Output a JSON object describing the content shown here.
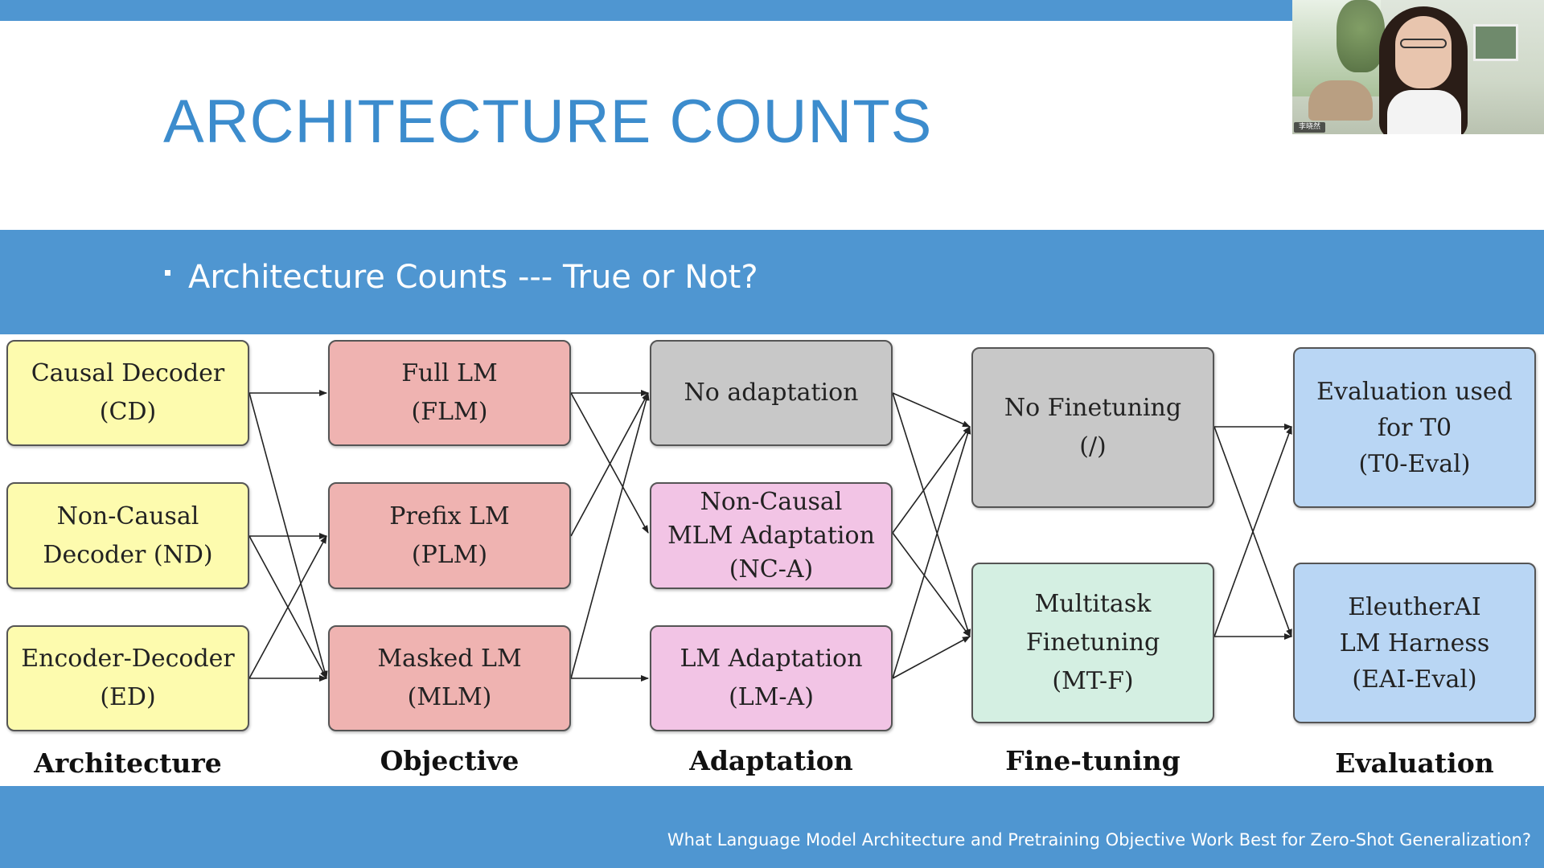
{
  "slide": {
    "title": "ARCHITECTURE COUNTS",
    "bullet": "Architecture Counts --- True or Not?",
    "citation": "What Language Model Architecture and Pretraining Objective Work Best for Zero-Shot Generalization?"
  },
  "diagram": {
    "columns": [
      {
        "label": "Architecture",
        "nodes": [
          "Causal Decoder\n(CD)",
          "Non-Causal\nDecoder (ND)",
          "Encoder-Decoder\n(ED)"
        ]
      },
      {
        "label": "Objective",
        "nodes": [
          "Full LM\n(FLM)",
          "Prefix LM\n(PLM)",
          "Masked LM\n(MLM)"
        ]
      },
      {
        "label": "Adaptation",
        "nodes": [
          "No adaptation",
          "Non-Causal\nMLM Adaptation\n(NC-A)",
          "LM Adaptation\n(LM-A)"
        ]
      },
      {
        "label": "Fine-tuning",
        "nodes": [
          "No Finetuning\n(/)",
          "Multitask\nFinetuning\n(MT-F)"
        ]
      },
      {
        "label": "Evaluation",
        "nodes": [
          "Evaluation used\nfor T0\n(T0-Eval)",
          "EleutherAI\nLM Harness\n(EAI-Eval)"
        ]
      }
    ],
    "node_colors": {
      "architecture": "#fdfbae",
      "objective": "#efb3b1",
      "no_adaptation": "#c8c8c8",
      "adaptation": "#f2c4e5",
      "no_finetuning": "#c8c8c8",
      "finetuning": "#d4efe2",
      "evaluation": "#b9d6f4"
    }
  },
  "webcam": {
    "name_tag": "李晓然"
  },
  "colors": {
    "accent": "#4f96d1",
    "title": "#3c8ccd"
  }
}
